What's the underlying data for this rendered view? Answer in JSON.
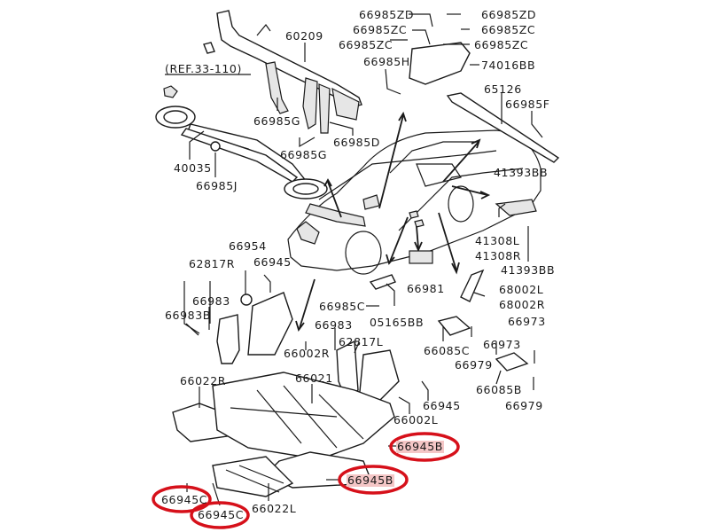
{
  "diagram": {
    "title": "Undercover / dash reinforcement exploded parts diagram",
    "reference": "(REF.33-110)",
    "highlight_color": "#d6101a",
    "parts": {
      "p60209": "60209",
      "p66985ZD_a": "66985ZD",
      "p66985ZD_b": "66985ZD",
      "p66985ZC_a": "66985ZC",
      "p66985ZC_b": "66985ZC",
      "p66985ZC_c": "66985ZC",
      "p66985ZC_d": "66985ZC",
      "p66985H": "66985H",
      "p74016BB": "74016BB",
      "p65126": "65126",
      "p66985F": "66985F",
      "p66985G_a": "66985G",
      "p66985G_b": "66985G",
      "p66985D": "66985D",
      "p40035": "40035",
      "p66985J": "66985J",
      "p41393BB_a": "41393BB",
      "p41308L": "41308L",
      "p41308R": "41308R",
      "p41393BB_b": "41393BB",
      "p66954": "66954",
      "p62817R": "62817R",
      "p66945_a": "66945",
      "p66983_a": "66983",
      "p66983B": "66983B",
      "p66981": "66981",
      "p68002L": "68002L",
      "p68002R": "68002R",
      "p66985C": "66985C",
      "p05165BB": "05165BB",
      "p66973_a": "66973",
      "p66973_b": "66973",
      "p66983_b": "66983",
      "p62817L": "62817L",
      "p66085C": "66085C",
      "p66979_a": "66979",
      "p66002R": "66002R",
      "p66022R": "66022R",
      "p66021": "66021",
      "p66085B": "66085B",
      "p66979_b": "66979",
      "p66945_b": "66945",
      "p66002L": "66002L",
      "p66945B_a": "66945B",
      "p66945B_b": "66945B",
      "p66945C_a": "66945C",
      "p66945C_b": "66945C",
      "p66022L": "66022L"
    },
    "circled_parts": [
      "66945B",
      "66945B",
      "66945C",
      "66945C"
    ]
  }
}
